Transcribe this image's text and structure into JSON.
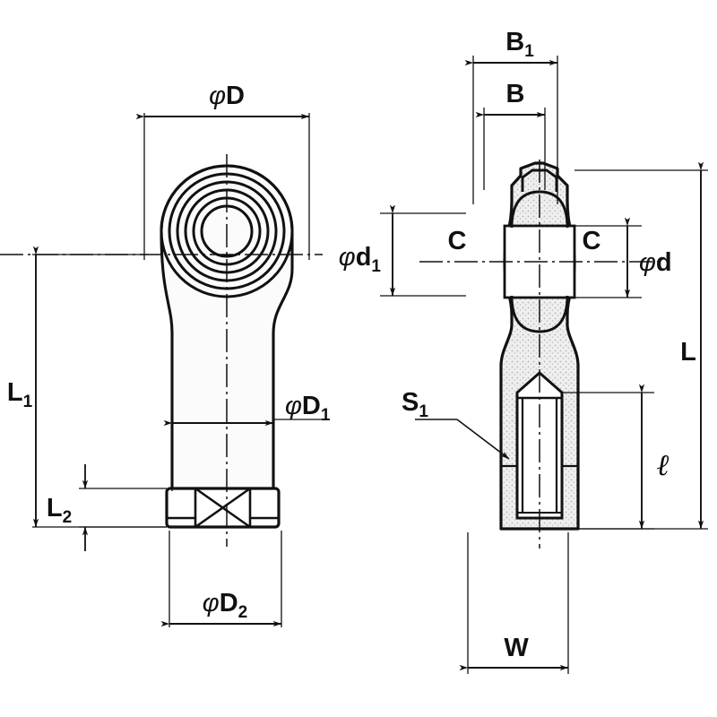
{
  "drawing": {
    "title": "Rod End Bearing — Female Thread (two orthographic views)",
    "background_color": "#ffffff",
    "line_color": "#111111",
    "hatch_color": "#9a9a9a",
    "fill_color": "#f2f2f2"
  },
  "views": {
    "left": {
      "name": "front-view",
      "description": "Front elevation showing concentric spherical bearing races, shank and hex wrench flat"
    },
    "right": {
      "name": "side-section-view",
      "description": "Side sectional elevation showing ball, bore and internally threaded shank"
    }
  },
  "labels": {
    "phi_D": {
      "symbol": "φ",
      "base": "D",
      "sub": ""
    },
    "phi_D1": {
      "symbol": "φ",
      "base": "D",
      "sub": "1"
    },
    "phi_D2": {
      "symbol": "φ",
      "base": "D",
      "sub": "2"
    },
    "L1": {
      "symbol": "",
      "base": "L",
      "sub": "1"
    },
    "L2": {
      "symbol": "",
      "base": "L",
      "sub": "2"
    },
    "B1": {
      "symbol": "",
      "base": "B",
      "sub": "1"
    },
    "B": {
      "symbol": "",
      "base": "B",
      "sub": ""
    },
    "phi_d": {
      "symbol": "φ",
      "base": "d",
      "sub": ""
    },
    "phi_d1": {
      "symbol": "φ",
      "base": "d",
      "sub": "1"
    },
    "C_left": {
      "symbol": "",
      "base": "C",
      "sub": ""
    },
    "C_right": {
      "symbol": "",
      "base": "C",
      "sub": ""
    },
    "S1": {
      "symbol": "",
      "base": "S",
      "sub": "1"
    },
    "L": {
      "symbol": "",
      "base": "L",
      "sub": ""
    },
    "ell": {
      "symbol": "",
      "base": "ℓ",
      "sub": ""
    },
    "W": {
      "symbol": "",
      "base": "W",
      "sub": ""
    }
  },
  "dimension_list": [
    "φD",
    "φD₁",
    "φD₂",
    "L",
    "L₁",
    "L₂",
    "ℓ",
    "B",
    "B₁",
    "W",
    "φd",
    "φd₁",
    "C",
    "S₁"
  ]
}
